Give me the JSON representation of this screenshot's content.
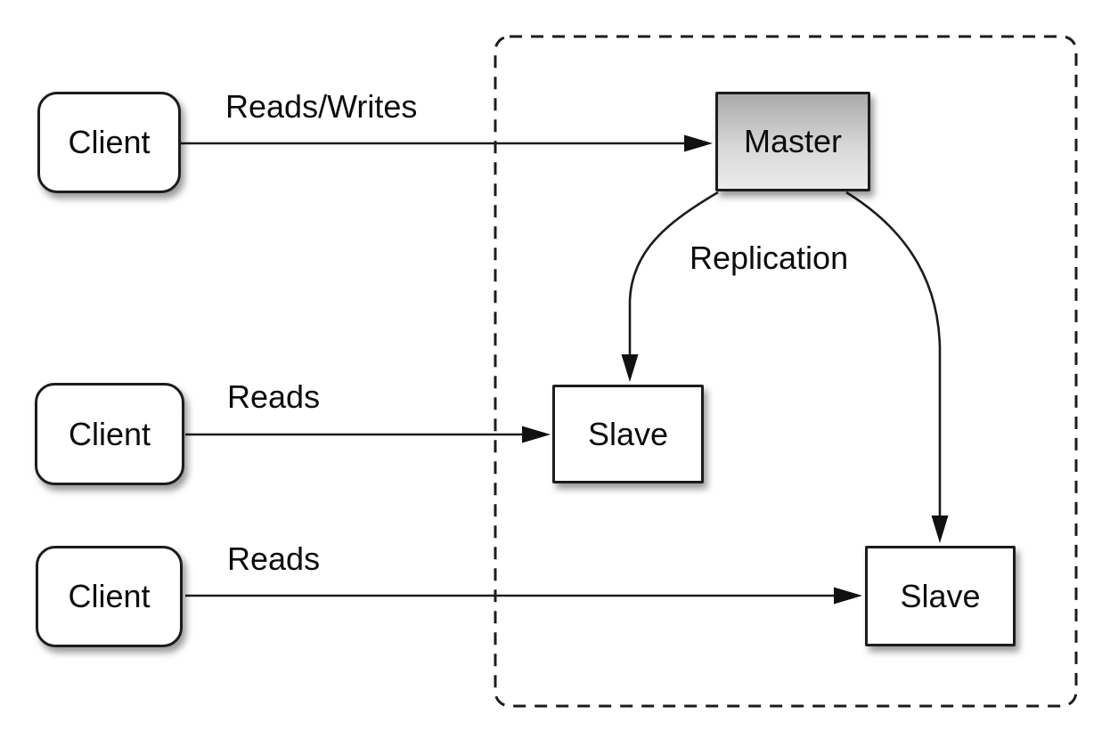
{
  "diagram": {
    "nodes": {
      "client_top": {
        "label": "Client"
      },
      "client_middle": {
        "label": "Client"
      },
      "client_bottom": {
        "label": "Client"
      },
      "master": {
        "label": "Master"
      },
      "slave_left": {
        "label": "Slave"
      },
      "slave_right": {
        "label": "Slave"
      }
    },
    "edges": {
      "reads_writes": {
        "label": "Reads/Writes",
        "from": "client_top",
        "to": "master"
      },
      "reads_middle": {
        "label": "Reads",
        "from": "client_middle",
        "to": "slave_left"
      },
      "reads_bottom": {
        "label": "Reads",
        "from": "client_bottom",
        "to": "slave_right"
      },
      "replication": {
        "label": "Replication",
        "from": "master",
        "to": "slave_left, slave_right"
      }
    },
    "colors": {
      "stroke": "#1c1c1c",
      "node_fill": "#ffffff",
      "master_gradient_top": "#aaaaaa",
      "master_gradient_bottom": "#ececec",
      "background": "#ffffff"
    }
  }
}
